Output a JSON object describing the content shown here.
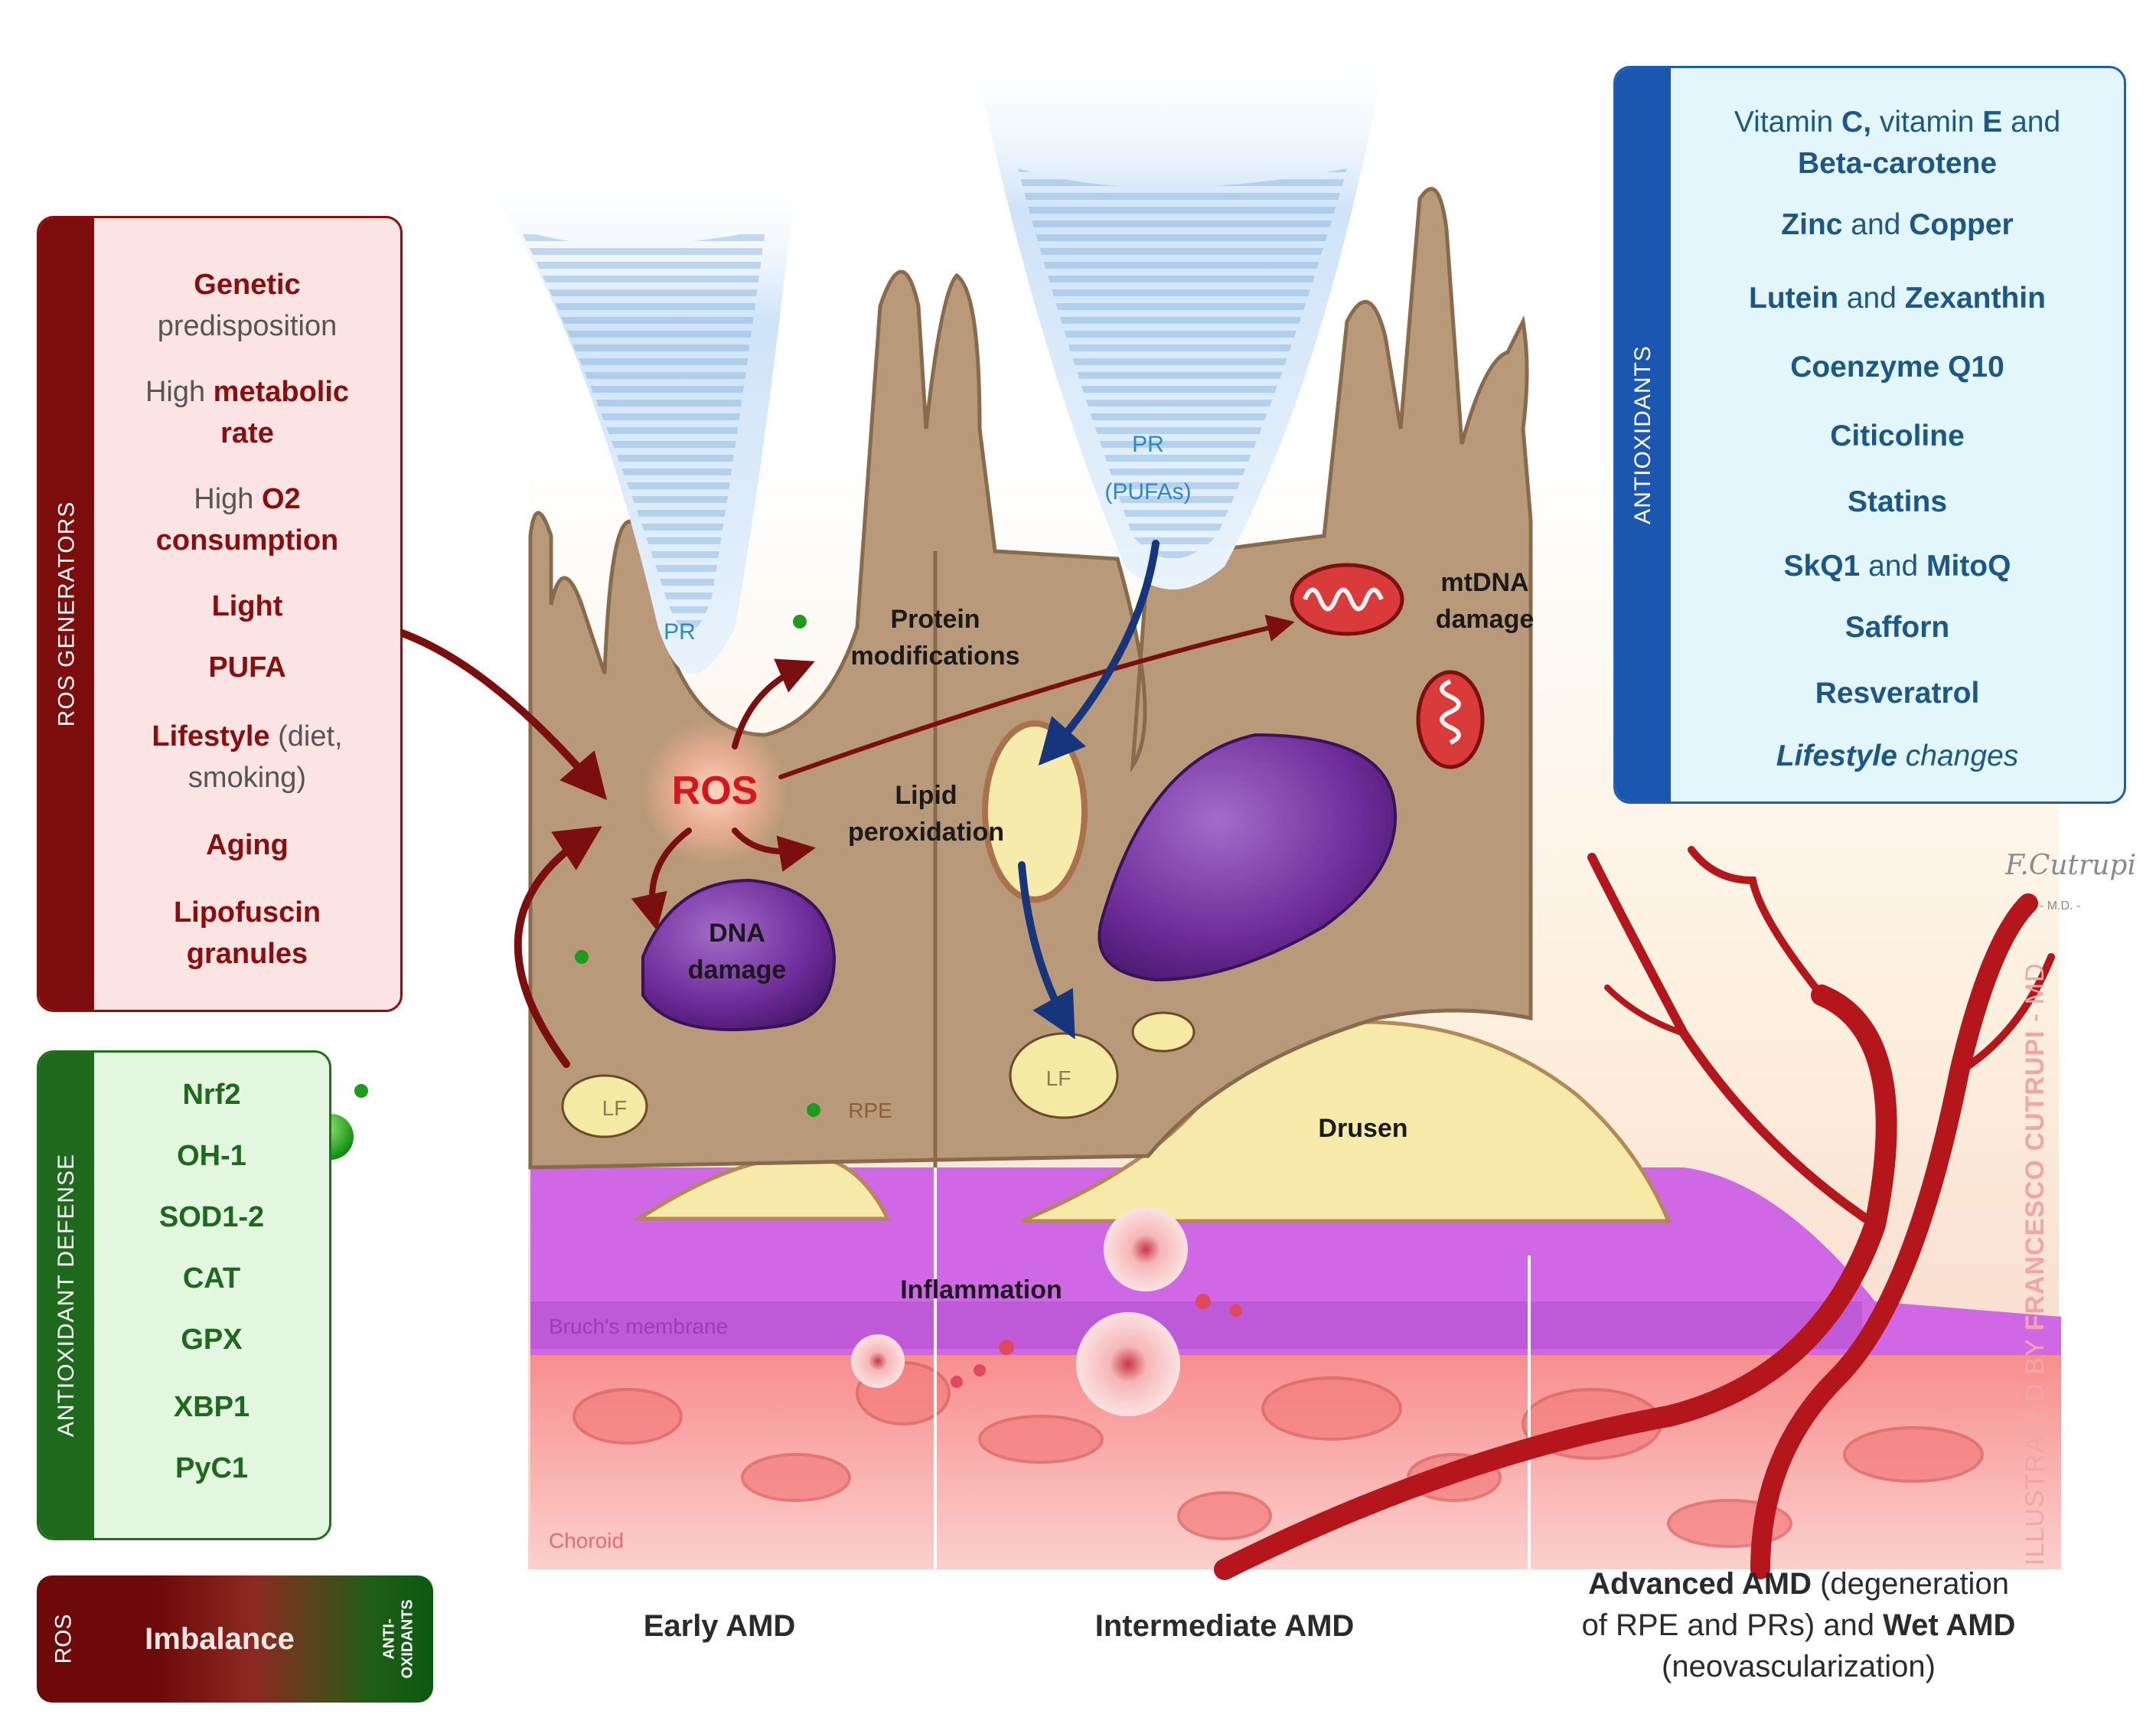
{
  "ros_generators": {
    "title": "ROS GENERATORS",
    "items": [
      {
        "bold": "Genetic",
        "normal": "predisposition"
      },
      {
        "normal": "High",
        "bold": "metabolic",
        "bold2": "rate"
      },
      {
        "normal": "High",
        "bold": "O2",
        "bold2": "consumption"
      },
      {
        "bold": "Light"
      },
      {
        "bold": "PUFA"
      },
      {
        "bold": "Lifestyle",
        "normal": "(diet,",
        "normal2": "smoking)"
      },
      {
        "bold": "Aging"
      },
      {
        "bold": "Lipofuscin",
        "bold2": "granules"
      }
    ]
  },
  "antioxidant_defense": {
    "title": "ANTIOXIDANT DEFENSE",
    "items": [
      "Nrf2",
      "OH-1",
      "SOD1-2",
      "CAT",
      "GPX",
      "XBP1",
      "PyC1"
    ]
  },
  "antioxidants": {
    "title": "ANTIOXIDANTS",
    "line1": [
      "Vitamin ",
      "C,",
      " vitamin ",
      "E",
      " and"
    ],
    "line2": "Beta-carotene",
    "line3": [
      "Zinc",
      " and ",
      "Copper"
    ],
    "line4": [
      "Lutein",
      " and ",
      "Zexanthin"
    ],
    "line5": "Coenzyme Q10",
    "line6": "Citicoline",
    "line7": "Statins",
    "line8": [
      "SkQ1",
      " and ",
      "MitoQ"
    ],
    "line9": "Safforn",
    "line10": "Resveratrol",
    "line11": [
      "Lifestyle",
      " changes"
    ]
  },
  "imbalance": {
    "ros": "ROS",
    "label": "Imbalance",
    "anti1": "ANTI-",
    "anti2": "OXIDANTS"
  },
  "scene_labels": {
    "pr_left": "PR",
    "pr_right": "PR",
    "pufas": "(PUFAs)",
    "ros": "ROS",
    "protein1": "Protein",
    "protein2": "modifications",
    "lipid1": "Lipid",
    "lipid2": "peroxidation",
    "dna1": "DNA",
    "dna2": "damage",
    "mtdna1": "mtDNA",
    "mtdna2": "damage",
    "lf1": "LF",
    "lf2": "LF",
    "rpe": "RPE",
    "drusen": "Drusen",
    "inflammation": "Inflammation",
    "bruch": "Bruch's membrane",
    "choroid": "Choroid"
  },
  "stages": {
    "early": "Early AMD",
    "intermediate": "Intermediate AMD",
    "advanced_bold1": "Advanced AMD",
    "advanced_n1": " (degeneration",
    "advanced_n2": "of RPE and PRs) and ",
    "advanced_bold2": "Wet AMD",
    "advanced_n3": "(neovascularization)"
  },
  "credit": {
    "illustrated_by": "ILLUSTRATED BY ",
    "name": "FRANCESCO CUTRUPI",
    "suffix": " - MD",
    "signature": "F.Cutrupi",
    "md": "- M.D. -"
  }
}
